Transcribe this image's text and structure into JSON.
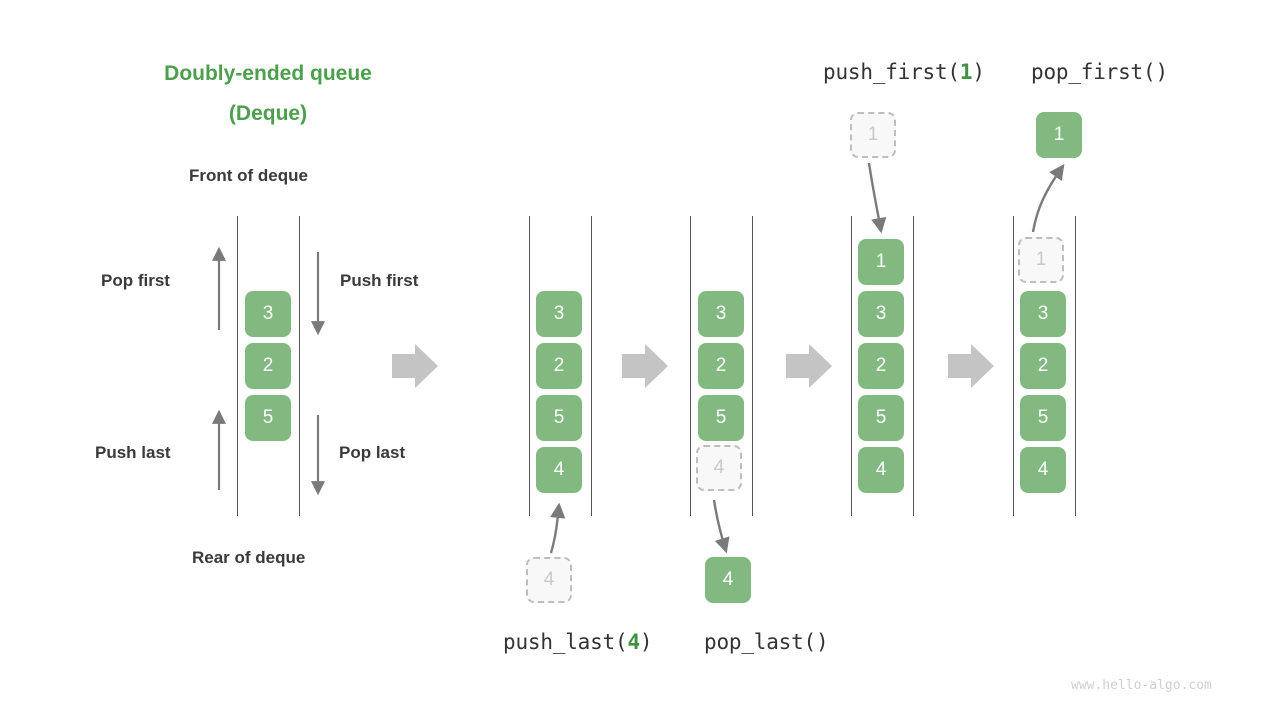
{
  "diagram": {
    "title_line1": "Doubly-ended queue",
    "title_line2": "(Deque)",
    "front_label": "Front of deque",
    "rear_label": "Rear of deque",
    "op_pop_first": "Pop first",
    "op_push_first": "Push first",
    "op_push_last": "Push last",
    "op_pop_last": "Pop last",
    "watermark": "www.hello-algo.com",
    "colors": {
      "title_green": "#4d9e4d",
      "cell_green": "#81b981",
      "cell_text": "#ffffff",
      "ghost_fill": "#f8f8f8",
      "ghost_border": "#bdbdbd",
      "ghost_text": "#c9c9c9",
      "rail": "#555555",
      "block_arrow": "#c4c4c4",
      "thin_arrow": "#7a7a7a",
      "label_text": "#3a3a3a",
      "watermark_text": "#cfcfcf"
    },
    "operations": {
      "push_last": {
        "name": "push_last",
        "arg": "4",
        "label_prefix": "push_last(",
        "label_suffix": ")"
      },
      "pop_last": {
        "name": "pop_last",
        "arg": "",
        "label_prefix": "pop_last(",
        "label_suffix": ")"
      },
      "push_first": {
        "name": "push_first",
        "arg": "1",
        "label_prefix": "push_first(",
        "label_suffix": ")"
      },
      "pop_first": {
        "name": "pop_first",
        "arg": "",
        "label_prefix": "pop_first(",
        "label_suffix": ")"
      }
    },
    "states": [
      {
        "id": "initial",
        "cells": [
          "3",
          "2",
          "5"
        ],
        "ghost": null
      },
      {
        "id": "after-push-last",
        "cells": [
          "3",
          "2",
          "5",
          "4"
        ],
        "ghost": null,
        "incoming": {
          "value": "4",
          "position": "below"
        }
      },
      {
        "id": "before-pop-last",
        "cells": [
          "3",
          "2",
          "5"
        ],
        "ghost": {
          "value": "4",
          "position": "bottom"
        },
        "outgoing": {
          "value": "4",
          "position": "below"
        }
      },
      {
        "id": "after-push-first",
        "cells": [
          "1",
          "3",
          "2",
          "5",
          "4"
        ],
        "ghost": null,
        "incoming": {
          "value": "1",
          "position": "above"
        }
      },
      {
        "id": "before-pop-first",
        "cells": [
          "3",
          "2",
          "5",
          "4"
        ],
        "ghost": {
          "value": "1",
          "position": "top"
        },
        "outgoing": {
          "value": "1",
          "position": "above"
        }
      }
    ],
    "block_arrow_count": 4
  }
}
